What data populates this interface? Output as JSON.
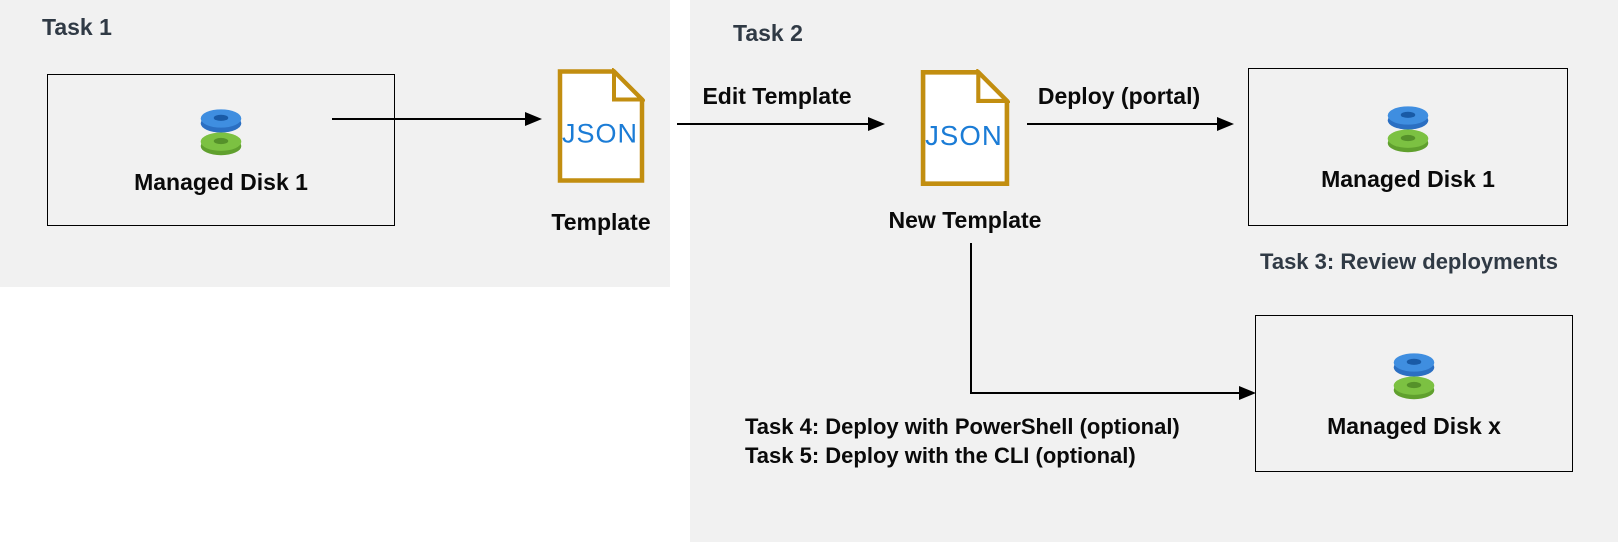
{
  "colors": {
    "background": "#ffffff",
    "panel": "#f1f1f1",
    "heading_text": "#303a45",
    "body_text": "#0a0a0a",
    "box_border": "#000000",
    "json_file_gold": "#c28e10",
    "json_text_blue": "#1b7cd6",
    "disk_blue_top": "#3f8ee0",
    "disk_blue_rim": "#2b6fc2",
    "disk_blue_hole": "#195aa6",
    "disk_green_top": "#7cc142",
    "disk_green_rim": "#60a02e",
    "disk_green_hole": "#55912a",
    "arrow": "#000000"
  },
  "task1": {
    "title": "Task 1",
    "disk_box": {
      "label": "Managed Disk 1"
    },
    "template_file": {
      "file_type": "JSON",
      "caption": "Template"
    }
  },
  "task2": {
    "title": "Task 2",
    "edit_arrow_label": "Edit Template",
    "template_file": {
      "file_type": "JSON",
      "caption": "New Template"
    },
    "deploy_arrow_label": "Deploy (portal)",
    "disk_box": {
      "label": "Managed Disk 1"
    }
  },
  "task3": {
    "caption": "Task 3: Review deployments",
    "disk_box": {
      "label": "Managed Disk x"
    }
  },
  "task45": {
    "line1": "Task 4: Deploy with PowerShell (optional)",
    "line2": "Task 5: Deploy with the CLI (optional)"
  }
}
